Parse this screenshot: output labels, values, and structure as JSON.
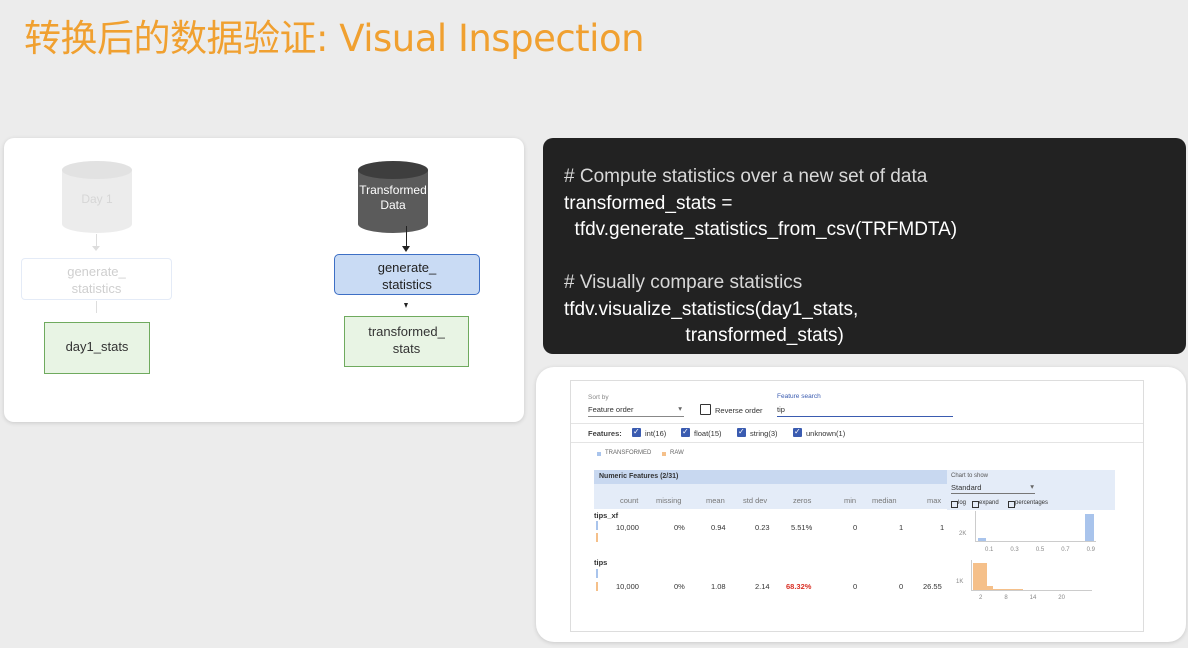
{
  "title": "转换后的数据验证: Visual Inspection",
  "diagram": {
    "left": {
      "source": "Day 1",
      "process": "generate_\nstatistics",
      "output": "day1_stats"
    },
    "right": {
      "source": "Transformed\nData",
      "process": "generate_\nstatistics",
      "output": "transformed_\nstats"
    }
  },
  "code": {
    "lines": [
      "# Compute statistics over a new set of data",
      "transformed_stats =",
      "  tfdv.generate_statistics_from_csv(TRFMDTA)",
      "",
      "# Visually compare statistics",
      "tfdv.visualize_statistics(day1_stats,",
      "                       transformed_stats)"
    ]
  },
  "facets": {
    "sort_by_label": "Sort by",
    "sort_by_value": "Feature order",
    "reverse_order_label": "Reverse order",
    "feature_search_label": "Feature search",
    "feature_search_value": "tip",
    "features_label": "Features:",
    "feature_types": [
      "int(16)",
      "float(15)",
      "string(3)",
      "unknown(1)"
    ],
    "legend": [
      "TRANSFORMED",
      "RAW"
    ],
    "section_title": "Numeric Features (2/31)",
    "chart_to_show_label": "Chart to show",
    "chart_to_show_value": "Standard",
    "chart_options": [
      "log",
      "expand",
      "percentages"
    ],
    "columns": [
      "count",
      "missing",
      "mean",
      "std dev",
      "zeros",
      "min",
      "median",
      "max"
    ],
    "rows": [
      {
        "name": "tips_xf",
        "values": [
          "10,000",
          "0%",
          "0.94",
          "0.23",
          "5.51%",
          "0",
          "1",
          "1"
        ],
        "zeros_highlight": false,
        "axis_label": "2K",
        "ticks": [
          "0.1",
          "0.3",
          "0.5",
          "0.7",
          "0.9"
        ]
      },
      {
        "name": "tips",
        "values": [
          "10,000",
          "0%",
          "1.08",
          "2.14",
          "68.32%",
          "0",
          "0",
          "26.55"
        ],
        "zeros_highlight": true,
        "axis_label": "1K",
        "ticks": [
          "2",
          "8",
          "14",
          "20"
        ]
      }
    ],
    "colors": {
      "transformed": "#a9c4ec",
      "raw": "#f5c08a",
      "accent": "#3a5bb0",
      "warn": "#d93025"
    }
  }
}
